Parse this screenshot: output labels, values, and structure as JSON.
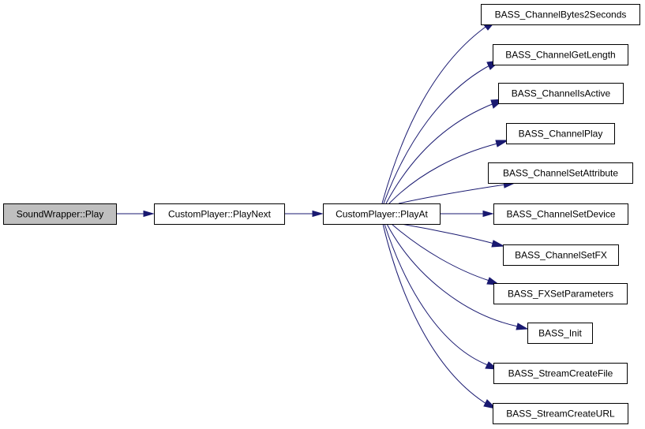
{
  "graph": {
    "colors": {
      "edge": "#191970",
      "root_fill": "#bfbfbf",
      "node_fill": "#ffffff",
      "node_border": "#000000"
    },
    "nodes": {
      "sound_wrapper_play": "SoundWrapper::Play",
      "custom_player_play_next": "CustomPlayer::PlayNext",
      "custom_player_play_at": "CustomPlayer::PlayAt",
      "bass_channel_bytes2seconds": "BASS_ChannelBytes2Seconds",
      "bass_channel_get_length": "BASS_ChannelGetLength",
      "bass_channel_is_active": "BASS_ChannelIsActive",
      "bass_channel_play": "BASS_ChannelPlay",
      "bass_channel_set_attribute": "BASS_ChannelSetAttribute",
      "bass_channel_set_device": "BASS_ChannelSetDevice",
      "bass_channel_set_fx": "BASS_ChannelSetFX",
      "bass_fx_set_parameters": "BASS_FXSetParameters",
      "bass_init": "BASS_Init",
      "bass_stream_create_file": "BASS_StreamCreateFile",
      "bass_stream_create_url": "BASS_StreamCreateURL"
    }
  }
}
